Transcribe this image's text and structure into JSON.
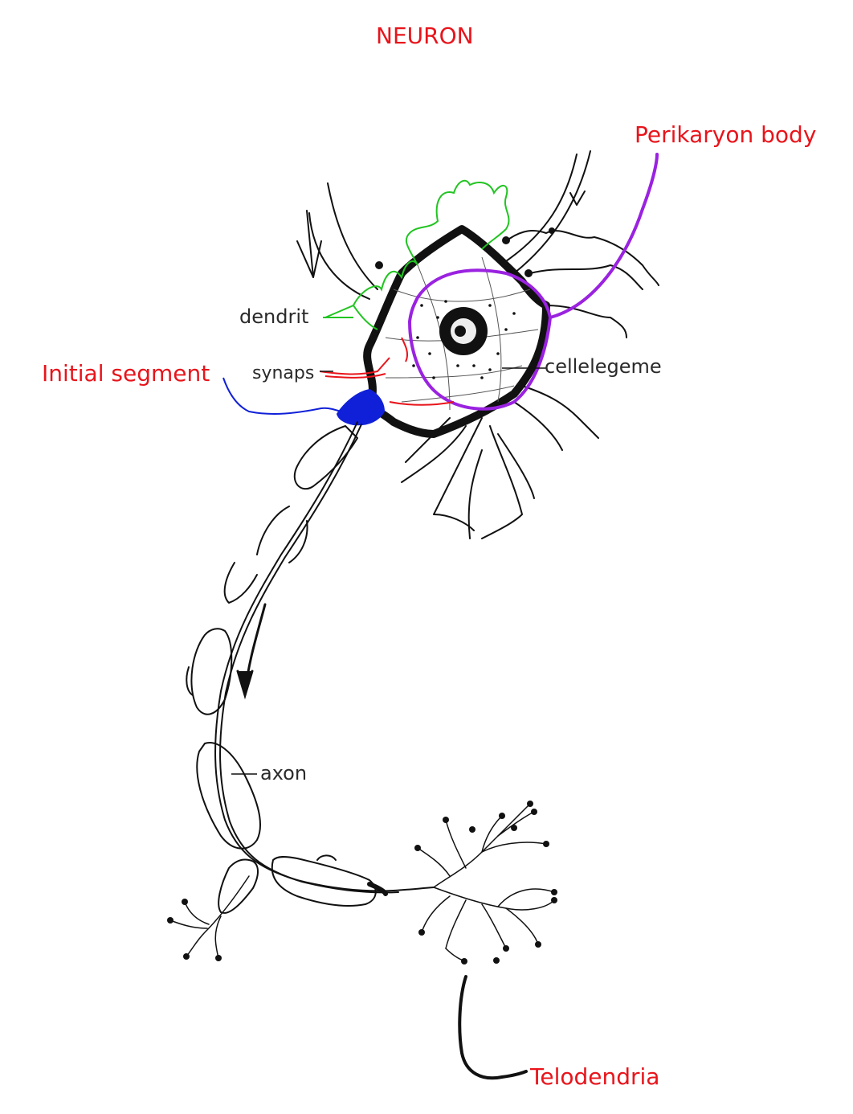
{
  "title": "NEURON",
  "labels": {
    "perikaryon": "Perikaryon body",
    "initial_segment": "Initial segment",
    "telodendria": "Telodendria",
    "dendrit": "dendrit",
    "synaps": "synaps",
    "cellelegeme": "cellelegeme",
    "axon": "axon"
  },
  "colors": {
    "label_red": "#e8141b",
    "outline_green": "#22c422",
    "outline_purple": "#9a22e0",
    "synapse_red": "#e8141b",
    "initial_segment_blue": "#1020d8",
    "ink": "#111111"
  }
}
